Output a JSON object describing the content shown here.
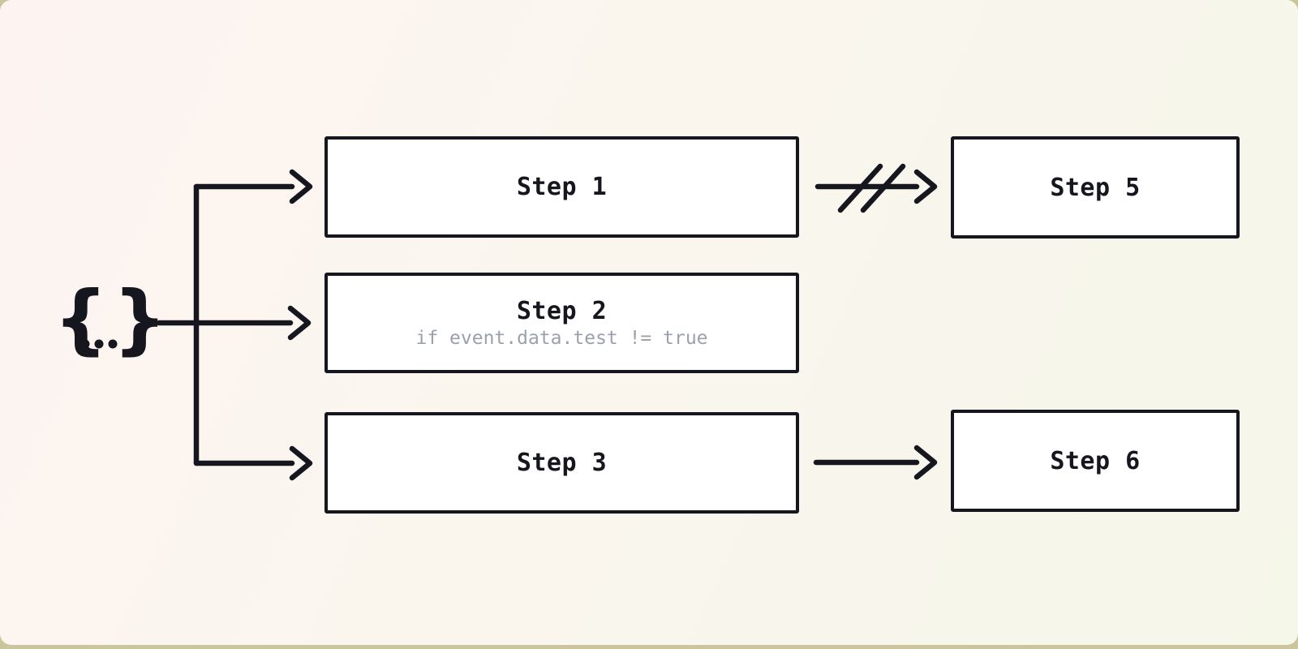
{
  "colors": {
    "ink": "#16161e",
    "node_fill": "#ffffff",
    "muted_text": "#9ba1ab",
    "bg_outside": "#cbc49c",
    "bg_top_left": "#fdf4f1",
    "bg_mid": "#faf6ee",
    "bg_bottom_right": "#f5f7e9"
  },
  "source": {
    "open_brace": "{",
    "dots_count": 3,
    "close_brace": "}"
  },
  "nodes": {
    "step1": {
      "label": "Step 1"
    },
    "step2": {
      "label": "Step 2",
      "condition": "if event.data.test != true"
    },
    "step3": {
      "label": "Step 3"
    },
    "step5": {
      "label": "Step 5"
    },
    "step6": {
      "label": "Step 6"
    }
  },
  "edges": [
    {
      "from": "event-payload",
      "to": "step1",
      "style": "arrow"
    },
    {
      "from": "event-payload",
      "to": "step2",
      "style": "arrow"
    },
    {
      "from": "event-payload",
      "to": "step3",
      "style": "arrow"
    },
    {
      "from": "step1",
      "to": "step5",
      "style": "arrow-cancelled"
    },
    {
      "from": "step3",
      "to": "step6",
      "style": "arrow"
    }
  ]
}
